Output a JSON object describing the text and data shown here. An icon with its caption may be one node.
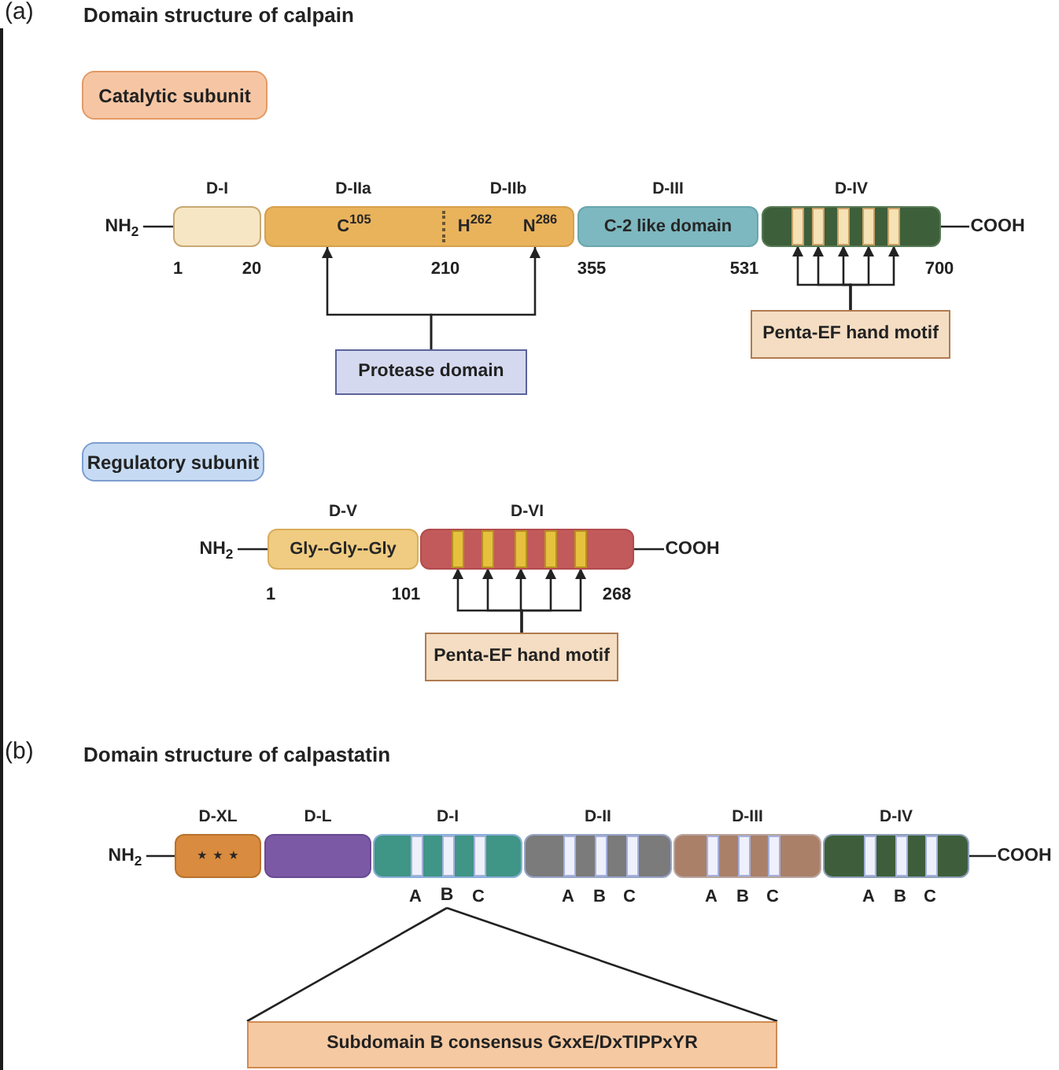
{
  "diagram": {
    "nodes": [
      {
        "text": [
          "Catalytic subunit"
        ]
      },
      {
        "text": [
          "NH$_{2}$"
        ]
      },
      {
        "text": [
          "D-I"
        ]
      },
      {
        "text": [
          "D-IIa",
          "C$^{105}$"
        ]
      },
      {
        "text": [
          "D-IIb",
          "H$^{262}$",
          "N$^{286}$"
        ]
      },
      {
        "text": [
          "D-III",
          "C-2 like domain"
        ]
      },
      {
        "text": [
          "D-IV"
        ]
      },
      {
        "text": [],
        "shape": "bar",
        "in": 6
      },
      {
        "text": [],
        "shape": "bar",
        "in": 6
      },
      {
        "text": [],
        "shape": "bar",
        "in": 6
      },
      {
        "text": [],
        "shape": "bar",
        "in": 6
      },
      {
        "text": [],
        "shape": "bar",
        "in": 6
      },
      {
        "text": [
          "COOH"
        ]
      },
      {
        "text": [
          "Protease domain"
        ]
      },
      {
        "text": [
          "Penta-EF hand motif"
        ]
      },
      {
        "text": [
          "Regulatory subunit"
        ]
      },
      {
        "text": [
          "NH$_{2}$"
        ]
      },
      {
        "text": [
          "D-V",
          "Gly--Gly--Gly"
        ]
      },
      {
        "text": [
          "D-VI"
        ]
      },
      {
        "text": [],
        "shape": "bar",
        "in": 18
      },
      {
        "text": [],
        "shape": "bar",
        "in": 18
      },
      {
        "text": [],
        "shape": "bar",
        "in": 18
      },
      {
        "text": [],
        "shape": "bar",
        "in": 18
      },
      {
        "text": [],
        "shape": "bar",
        "in": 18
      },
      {
        "text": [
          "COOH"
        ]
      },
      {
        "text": [
          "Penta-EF hand motif"
        ]
      },
      {
        "text": [
          "NH$_{2}$"
        ]
      },
      {
        "text": [
          "D-XL",
          "⋆ ⋆ ⋆"
        ]
      },
      {
        "text": [
          "D-L"
        ]
      },
      {
        "text": [
          "D-I"
        ]
      },
      {
        "text": [
          "D-II"
        ]
      },
      {
        "text": [
          "D-III"
        ]
      },
      {
        "text": [
          "D-IV"
        ]
      },
      {
        "text": [
          "COOH"
        ]
      },
      {
        "text": [
          "B"
        ]
      },
      {
        "text": [
          "Subdomain B consensus GxxE/DxTIPPxYR"
        ]
      }
    ],
    "edges": [
      {
        "from": 1,
        "to": 2,
        "arrow": "none"
      },
      {
        "from": 6,
        "to": 12,
        "arrow": "none"
      },
      {
        "from": 13,
        "to": 3,
        "arrow": "to"
      },
      {
        "from": 13,
        "to": 4,
        "arrow": "to"
      },
      {
        "from": 14,
        "to": 7,
        "arrow": "to"
      },
      {
        "from": 14,
        "to": 8,
        "arrow": "to"
      },
      {
        "from": 14,
        "to": 9,
        "arrow": "to"
      },
      {
        "from": 14,
        "to": 10,
        "arrow": "to"
      },
      {
        "from": 14,
        "to": 11,
        "arrow": "to"
      },
      {
        "from": 16,
        "to": 17,
        "arrow": "none"
      },
      {
        "from": 18,
        "to": 24,
        "arrow": "none"
      },
      {
        "from": 25,
        "to": 19,
        "arrow": "to"
      },
      {
        "from": 25,
        "to": 20,
        "arrow": "to"
      },
      {
        "from": 25,
        "to": 21,
        "arrow": "to"
      },
      {
        "from": 25,
        "to": 22,
        "arrow": "to"
      },
      {
        "from": 25,
        "to": 23,
        "arrow": "to"
      },
      {
        "from": 26,
        "to": 27,
        "arrow": "none"
      },
      {
        "from": 32,
        "to": 33,
        "arrow": "none"
      },
      {
        "from": 34,
        "to": 35,
        "arrow": "none"
      },
      {
        "from": 34,
        "to": 35,
        "arrow": "none"
      }
    ],
    "labels": [
      "(a)",
      "Domain structure of calpain",
      "1",
      "20",
      "210",
      "355",
      "531",
      "700",
      "1",
      "101",
      "268",
      "(b)",
      "Domain structure of calpastatin",
      "A",
      "C",
      "A",
      "B",
      "C",
      "A",
      "B",
      "C",
      "A",
      "B",
      "C"
    ]
  }
}
